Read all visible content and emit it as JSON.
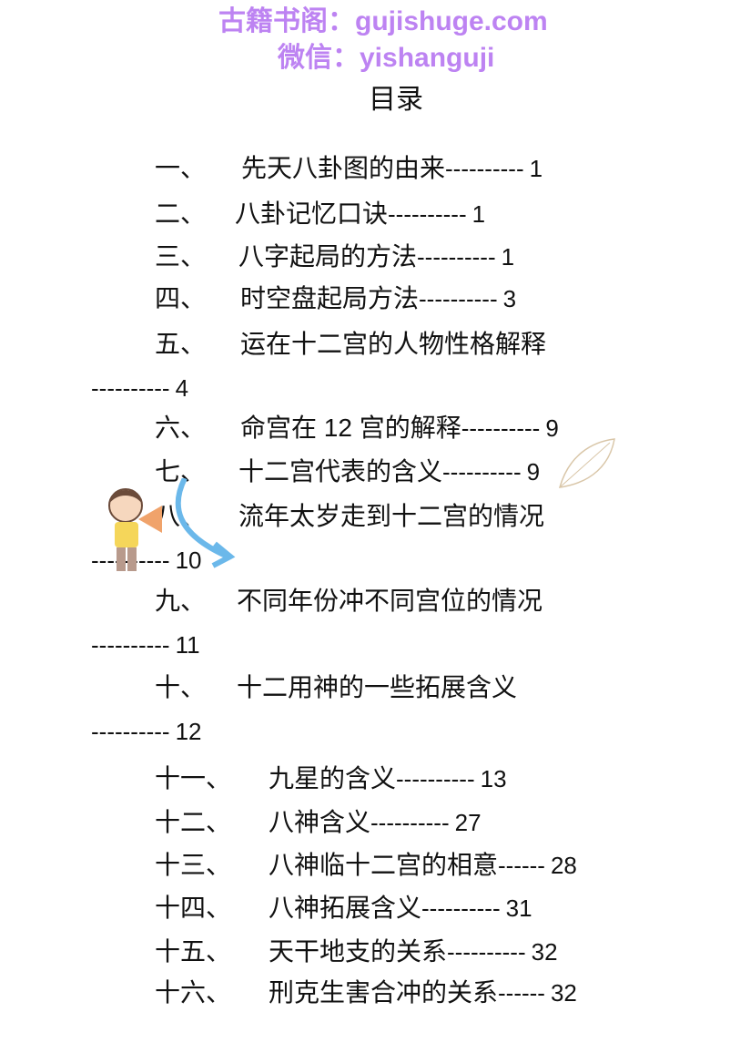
{
  "title": "目录",
  "entries": [
    {
      "num": "一、",
      "text": "先天八卦图的由来",
      "dashes": "----------",
      "page": "1"
    },
    {
      "num": "二、",
      "text": "八卦记忆口诀",
      "dashes": "----------",
      "page": "1"
    },
    {
      "num": "三、",
      "text": "八字起局的方法",
      "dashes": "----------",
      "page": "1"
    },
    {
      "num": "四、",
      "text": "时空盘起局方法",
      "dashes": "----------",
      "page": "3"
    },
    {
      "num": "五、",
      "text": "运在十二宫的人物性格解释",
      "dashes": "----------",
      "page": "4"
    },
    {
      "num": "六、",
      "text": "命宫在 12 宫的解释",
      "dashes": "----------",
      "page": "9"
    },
    {
      "num": "七、",
      "text": "十二宫代表的含义",
      "dashes": "----------",
      "page": "9"
    },
    {
      "num": "八、",
      "text": "流年太岁走到十二宫的情况",
      "dashes": "----------",
      "page": "10"
    },
    {
      "num": "九、",
      "text": "不同年份冲不同宫位的情况",
      "dashes": "----------",
      "page": "11"
    },
    {
      "num": "十、",
      "text": "十二用神的一些拓展含义",
      "dashes": "----------",
      "page": "12"
    },
    {
      "num": "十一、",
      "text": "九星的含义",
      "dashes": "----------",
      "page": "13"
    },
    {
      "num": "十二、",
      "text": "八神含义",
      "dashes": "----------",
      "page": "27"
    },
    {
      "num": "十三、",
      "text": "八神临十二宫的相意",
      "dashes": "------",
      "page": "28"
    },
    {
      "num": "十四、",
      "text": "八神拓展含义",
      "dashes": "----------",
      "page": "31"
    },
    {
      "num": "十五、",
      "text": "天干地支的关系",
      "dashes": "----------",
      "page": "32"
    },
    {
      "num": "十六、",
      "text": "刑克生害合冲的关系",
      "dashes": "------",
      "page": "32"
    }
  ],
  "watermark": {
    "line1": "古籍书阁：gujishuge.com",
    "line2": "微信：yishanguji",
    "color": "#b26ef0"
  }
}
